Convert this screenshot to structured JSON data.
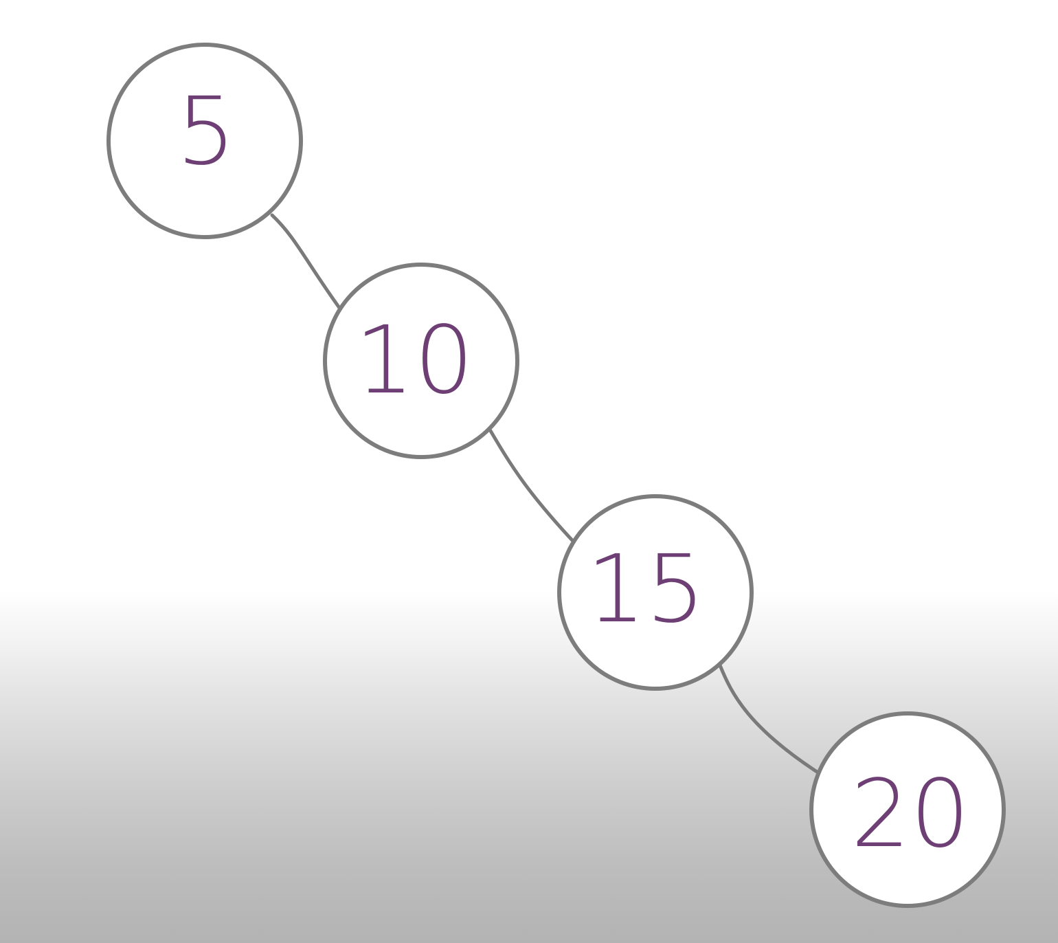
{
  "diagram": {
    "type": "binary-search-tree",
    "nodes": [
      {
        "id": "n5",
        "label": "5"
      },
      {
        "id": "n10",
        "label": "10"
      },
      {
        "id": "n15",
        "label": "15"
      },
      {
        "id": "n20",
        "label": "20"
      }
    ],
    "edges": [
      {
        "from": "n5",
        "to": "n10"
      },
      {
        "from": "n10",
        "to": "n15"
      },
      {
        "from": "n15",
        "to": "n20"
      }
    ],
    "colors": {
      "node_outline": "#7d7d7d",
      "edge": "#7a7a7a",
      "label": "#6e3f74",
      "background_top": "#ffffff",
      "background_bottom": "#b3b3b3"
    }
  }
}
